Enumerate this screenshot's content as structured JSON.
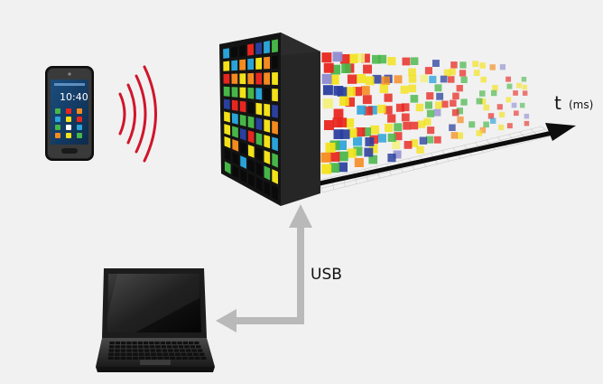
{
  "labels": {
    "time_axis": "t",
    "time_unit": "(ms)",
    "connection": "USB",
    "phone_clock": "10:40"
  },
  "colors": {
    "background": "#f1f1f1",
    "signal_waves": "#d0152b",
    "cable_arrow": "#b9b9b9",
    "time_arrow": "#0d0d0d",
    "panel_body": "#1b1b1b",
    "led_palette": [
      "#e8261f",
      "#f3e21a",
      "#47b648",
      "#2a3f9e",
      "#2aa3d9",
      "#f58a1f",
      "#8e8bd0",
      "#f4f07a"
    ]
  },
  "icons": {
    "phone": "smartphone-icon",
    "laptop": "laptop-icon",
    "signal": "wireless-signal-icon",
    "display": "led-matrix-icon"
  },
  "led_matrix": {
    "rows": 10,
    "columns": 7
  }
}
